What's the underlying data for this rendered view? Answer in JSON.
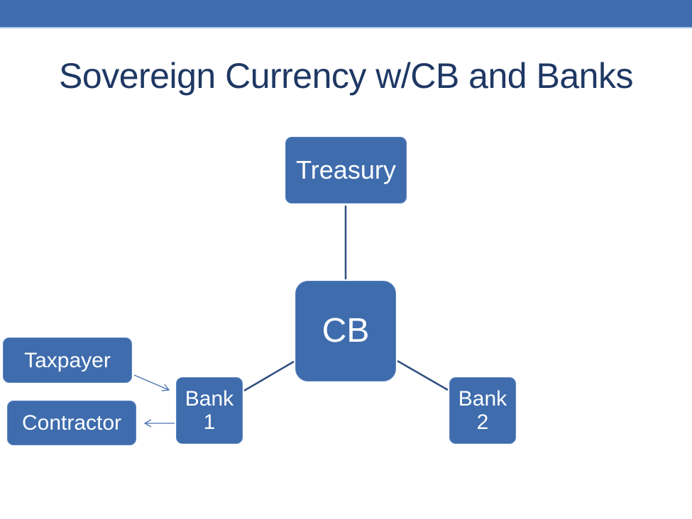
{
  "slide": {
    "title": "Sovereign Currency w/CB and Banks",
    "accent_color": "#3f6cad",
    "title_color": "#1f3864"
  },
  "nodes": {
    "treasury": "Treasury",
    "cb": "CB",
    "bank1_line1": "Bank",
    "bank1_line2": "1",
    "bank2_line1": "Bank",
    "bank2_line2": "2",
    "taxpayer": "Taxpayer",
    "contractor": "Contractor"
  },
  "edges": [
    {
      "from": "Treasury",
      "to": "CB",
      "type": "line"
    },
    {
      "from": "CB",
      "to": "Bank 1",
      "type": "line"
    },
    {
      "from": "CB",
      "to": "Bank 2",
      "type": "line"
    },
    {
      "from": "Taxpayer",
      "to": "Bank 1",
      "type": "arrow"
    },
    {
      "from": "Bank 1",
      "to": "Contractor",
      "type": "arrow"
    }
  ]
}
